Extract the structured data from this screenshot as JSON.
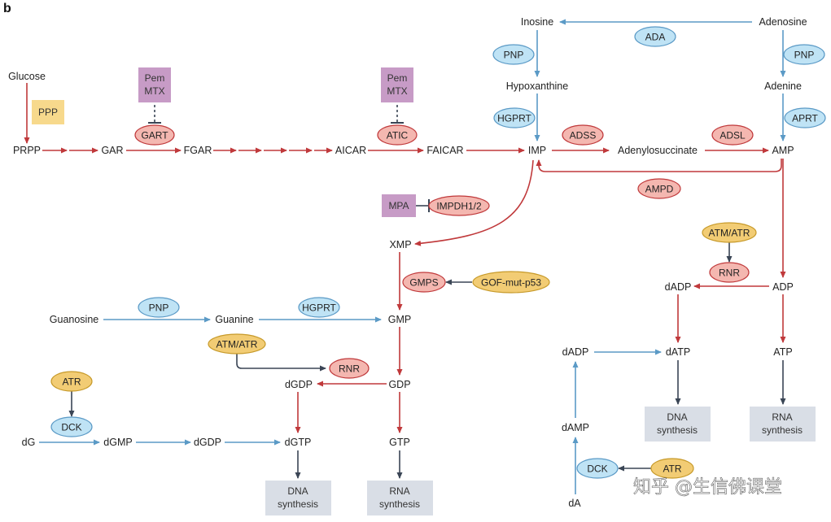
{
  "panel_label": "b",
  "colors": {
    "red_arrow": "#c0393b",
    "blue_arrow": "#5b9ac6",
    "dark_arrow": "#3a4555",
    "blue_fill": "#bfe3f5",
    "blue_stroke": "#5b9ac6",
    "red_fill": "#f4b7b0",
    "red_stroke": "#c0393b",
    "yellow_fill": "#f2cc74",
    "yellow_stroke": "#c79a2a",
    "purple_fill": "#c79bc6",
    "ppp_fill": "#f7d98c",
    "box_fill": "#d9dee6"
  },
  "metabolites": {
    "glucose": "Glucose",
    "prpp": "PRPP",
    "gar": "GAR",
    "fgar": "FGAR",
    "aicar": "AICAR",
    "faicar": "FAICAR",
    "imp": "IMP",
    "adenylosuccinate": "Adenylosuccinate",
    "amp": "AMP",
    "inosine": "Inosine",
    "adenosine": "Adenosine",
    "hypoxanthine": "Hypoxanthine",
    "adenine": "Adenine",
    "xmp": "XMP",
    "gmp": "GMP",
    "guanosine": "Guanosine",
    "guanine": "Guanine",
    "gdp": "GDP",
    "dgdp": "dGDP",
    "gtp": "GTP",
    "dgtp": "dGTP",
    "dg": "dG",
    "dgmp": "dGMP",
    "dgdp2": "dGDP",
    "adp": "ADP",
    "dadp": "dADP",
    "datp": "dATP",
    "atp": "ATP",
    "dadp2": "dADP",
    "damp": "dAMP",
    "da": "dA"
  },
  "enzymes": {
    "ada": "ADA",
    "pnp_top_left": "PNP",
    "pnp_top_right": "PNP",
    "hgprt_top": "HGPRT",
    "aprt": "APRT",
    "adss": "ADSS",
    "adsl": "ADSL",
    "ampd": "AMPD",
    "gart": "GART",
    "atic": "ATIC",
    "impdh": "IMPDH1/2",
    "gmps": "GMPS",
    "gof_p53": "GOF-mut-p53",
    "pnp_mid": "PNP",
    "hgprt_mid": "HGPRT",
    "atm_atr_mid": "ATM/ATR",
    "rnr_mid": "RNR",
    "atm_atr_right": "ATM/ATR",
    "rnr_right": "RNR",
    "atr_left": "ATR",
    "dck_left": "DCK",
    "atr_right": "ATR",
    "dck_right": "DCK"
  },
  "inhibitors": {
    "ppp": "PPP",
    "pem_mtx_1_line1": "Pem",
    "pem_mtx_1_line2": "MTX",
    "pem_mtx_2_line1": "Pem",
    "pem_mtx_2_line2": "MTX",
    "mpa": "MPA"
  },
  "outputs": {
    "dna_left_line1": "DNA",
    "dna_left_line2": "synthesis",
    "rna_left_line1": "RNA",
    "rna_left_line2": "synthesis",
    "dna_right_line1": "DNA",
    "dna_right_line2": "synthesis",
    "rna_right_line1": "RNA",
    "rna_right_line2": "synthesis"
  },
  "watermark": "知乎 @生信佛课堂"
}
